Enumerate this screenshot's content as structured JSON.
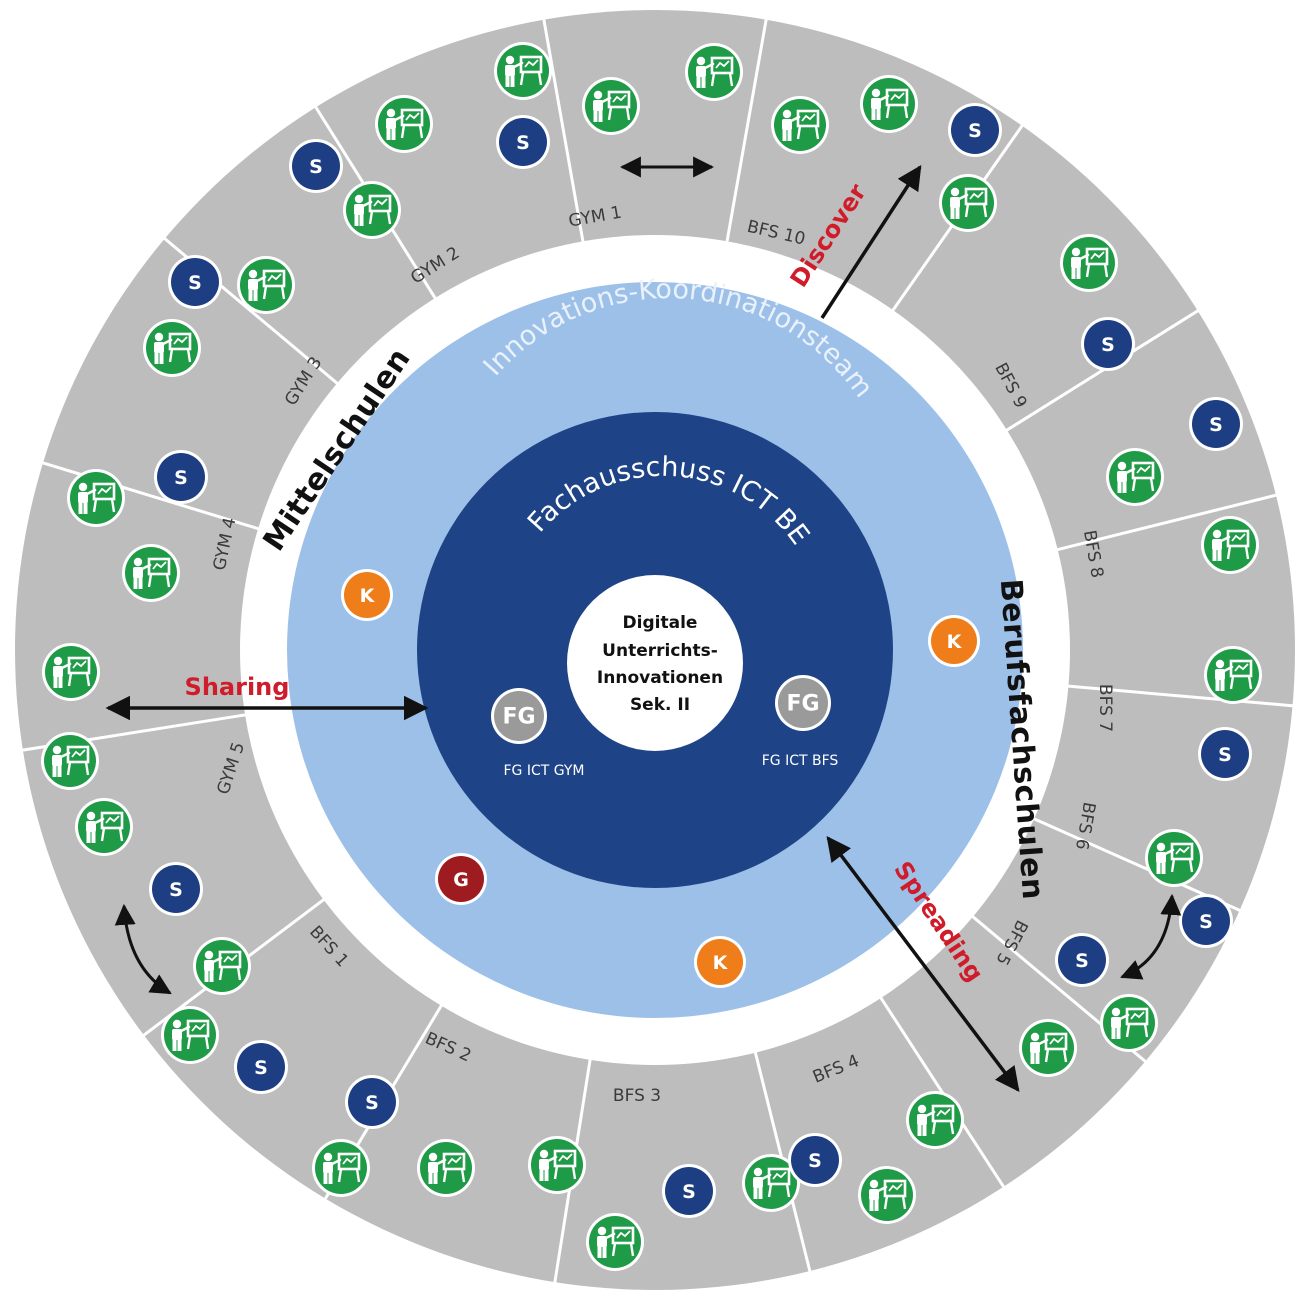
{
  "colors": {
    "outer_ring": "#bdbdbd",
    "separator": "#ffffff",
    "white_ring": "#ffffff",
    "light_blue": "#9dc0e8",
    "dark_blue": "#1e4487",
    "core": "#ffffff",
    "teacher_green": "#1f9b47",
    "student_navy": "#1d3e82",
    "k_orange": "#ee7d1a",
    "g_darkred": "#9e1b1f",
    "fg_gray": "#9a9a9a",
    "arrow_text_red": "#d01c2a"
  },
  "groups": {
    "left": "Mittelschulen",
    "right": "Berufsfachschulen"
  },
  "rings": {
    "outer_label": "Innovations-Koordinationsteam",
    "inner_label": "Fachausschuss ICT BE"
  },
  "core": {
    "lines": [
      "Digitale",
      "Unterrichts-",
      "Innovationen",
      "Sek. II"
    ]
  },
  "fg": [
    {
      "letters": "FG",
      "caption": "FG ICT GYM"
    },
    {
      "letters": "FG",
      "caption": "FG ICT BFS"
    }
  ],
  "markers": {
    "k": "K",
    "g": "G",
    "s": "S",
    "teacher_icon": "teacher-at-board-icon"
  },
  "arrows": {
    "discover": "Discover",
    "sharing": "Sharing",
    "spreading": "Spreading"
  },
  "segments": [
    "GYM 1",
    "BFS 10",
    "BFS 9",
    "BFS 8",
    "BFS 7",
    "BFS 6",
    "BFS 5",
    "BFS 4",
    "BFS 3",
    "BFS 2",
    "BFS 1",
    "GYM 5",
    "GYM 4",
    "GYM 3",
    "GYM 2"
  ]
}
